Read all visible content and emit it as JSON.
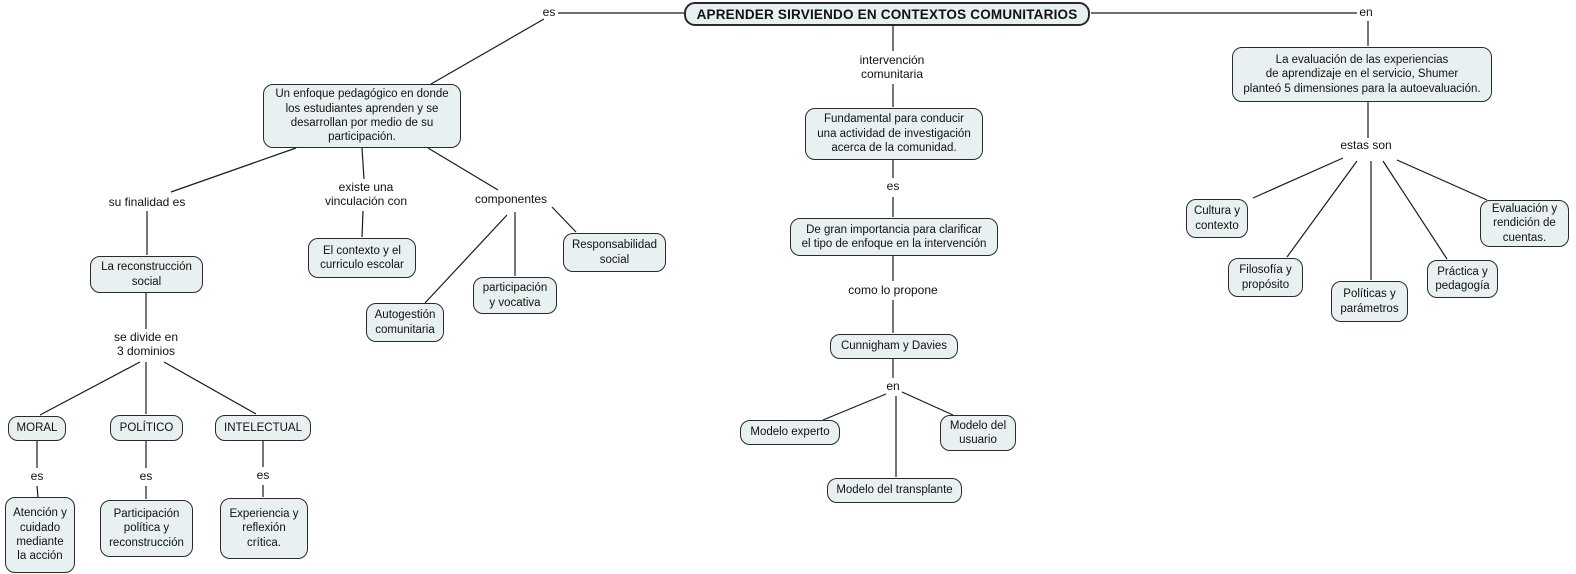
{
  "title": "APRENDER SIRVIENDO EN CONTEXTOS COMUNITARIOS",
  "colors": {
    "background": "#ffffff",
    "node_fill": "#e9f0f2",
    "node_border": "#2a2a2a",
    "line": "#1a1a1a",
    "text": "#111111"
  },
  "nodes": {
    "enfoque": "Un enfoque pedagógico en donde\nlos estudiantes aprenden y se\ndesarrollan por medio de su\nparticipación.",
    "reconstruccion": "La reconstrucción\nsocial",
    "contexto_curriculo": "El contexto y el\ncurriculo escolar",
    "autogestion": "Autogestión\ncomunitaria",
    "participacion_vocativa": "participación\ny vocativa",
    "responsabilidad": "Responsabilidad\nsocial",
    "moral": "MORAL",
    "politico": "POLÍTICO",
    "intelectual": "INTELECTUAL",
    "atencion": "Atención y\ncuidado\nmediante\nla acción",
    "participacion_politica": "Participación\npolítica y\nreconstrucción",
    "experiencia": "Experiencia y\nreflexión\ncrítica.",
    "fundamental": "Fundamental para conducir\nuna actividad de investigación\nacerca de la comunidad.",
    "gran_importancia": "De gran importancia para clarificar\nel tipo de enfoque en la intervención",
    "cunnigham": "Cunnigham y Davies",
    "modelo_experto": "Modelo experto",
    "modelo_usuario": "Modelo del\nusuario",
    "modelo_transplante": "Modelo del transplante",
    "evaluacion_shumer": "La evaluación de las experiencias\nde aprendizaje en el servicio, Shumer\nplanteó 5 dimensiones para la autoevaluación.",
    "cultura": "Cultura y\ncontexto",
    "filosofia": "Filosofía y\npropósito",
    "politicas": "Políticas y\nparámetros",
    "practica": "Práctica y\npedagogía",
    "evaluacion_rendicion": "Evaluación y\nrendición de\ncuentas."
  },
  "labels": {
    "es_title": "es",
    "en_title": "en",
    "su_finalidad": "su finalidad es",
    "vinculacion": "existe una\nvinculación con",
    "componentes": "componentes",
    "se_divide": "se divide en\n3 dominios",
    "es_moral": "es",
    "es_politico": "es",
    "es_intelectual": "es",
    "intervencion": "intervención\ncomunitaria",
    "es_middle": "es",
    "como_lo_propone": "como lo propone",
    "en_middle": "en",
    "estas_son": "estas son"
  }
}
